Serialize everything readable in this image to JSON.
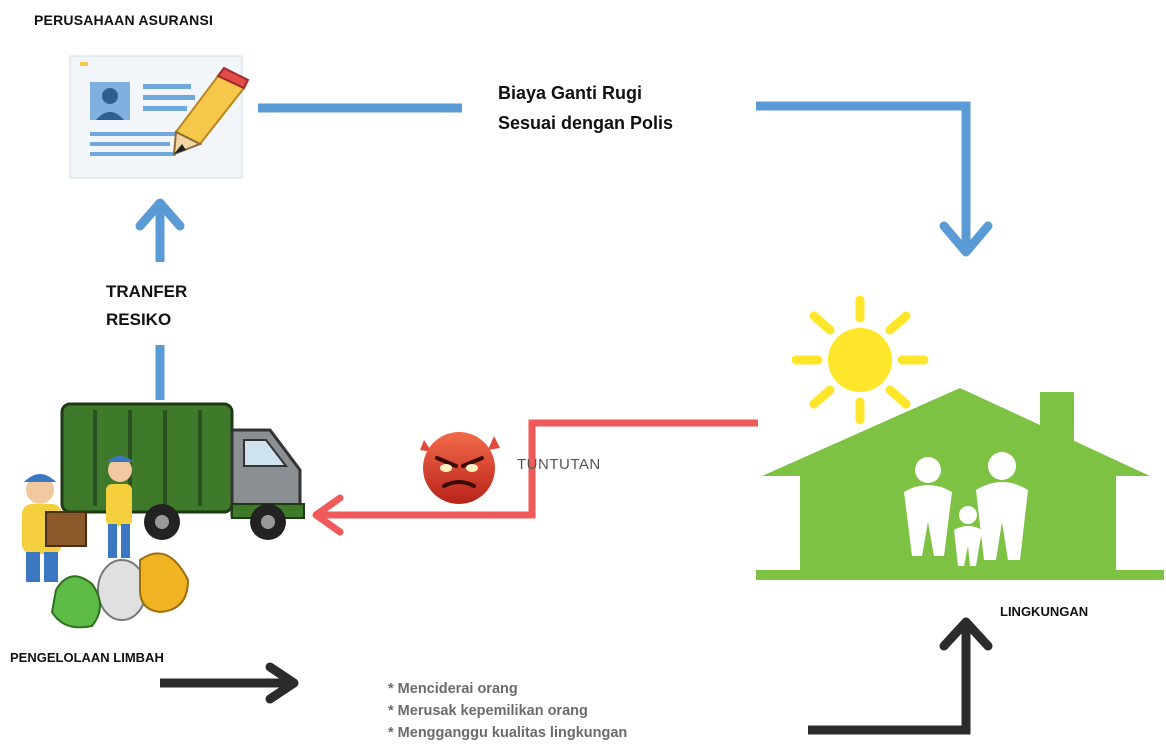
{
  "insurer": {
    "title": "PERUSAHAAN ASURANSI"
  },
  "compensation": {
    "line1": "Biaya Ganti Rugi",
    "line2": "Sesuai dengan Polis"
  },
  "transfer": {
    "line1": "TRANFER",
    "line2": "RESIKO"
  },
  "claim": {
    "label": "TUNTUTAN"
  },
  "waste": {
    "title": "PENGELOLAAN LIMBAH"
  },
  "environment": {
    "title": "LINGKUNGAN"
  },
  "impacts": [
    "* Menciderai orang",
    "* Merusak kepemilikan orang",
    "* Mengganggu kualitas lingkungan"
  ],
  "colors": {
    "blue_arrow": "#5b9bd5",
    "red_arrow": "#f05a5a",
    "dark_arrow": "#2b2b2b",
    "house_green": "#7dc242",
    "sun_yellow": "#ffe62a",
    "truck_green": "#3f7a2b"
  }
}
